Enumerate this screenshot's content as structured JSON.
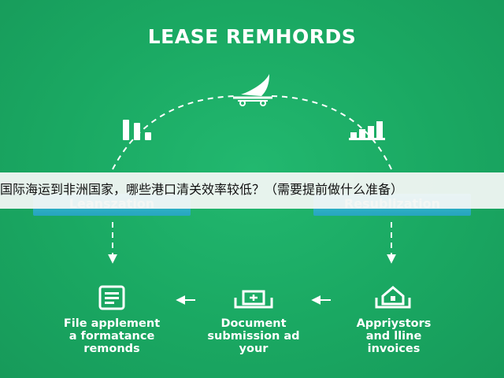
{
  "title": "LEASE REMHORDS",
  "stages": {
    "left": {
      "label": "Leanszation"
    },
    "right": {
      "label": "Resublization"
    }
  },
  "steps": [
    {
      "label_lines": [
        "File applement",
        "a formatance",
        "remonds"
      ],
      "icon": "document-list-icon"
    },
    {
      "label_lines": [
        "Document",
        "submission ad",
        "your"
      ],
      "icon": "folder-tray-icon"
    },
    {
      "label_lines": [
        "Appriystors",
        "and lline",
        "invoices"
      ],
      "icon": "home-tray-icon"
    }
  ],
  "question": "国际海运到非洲国家，哪些港口清关效率较低？（需要提前做什么准备）",
  "colors": {
    "background": "#1aa862",
    "accent": "#2aa4d6",
    "foreground": "#ffffff",
    "overlay": "#f6f8f6"
  }
}
